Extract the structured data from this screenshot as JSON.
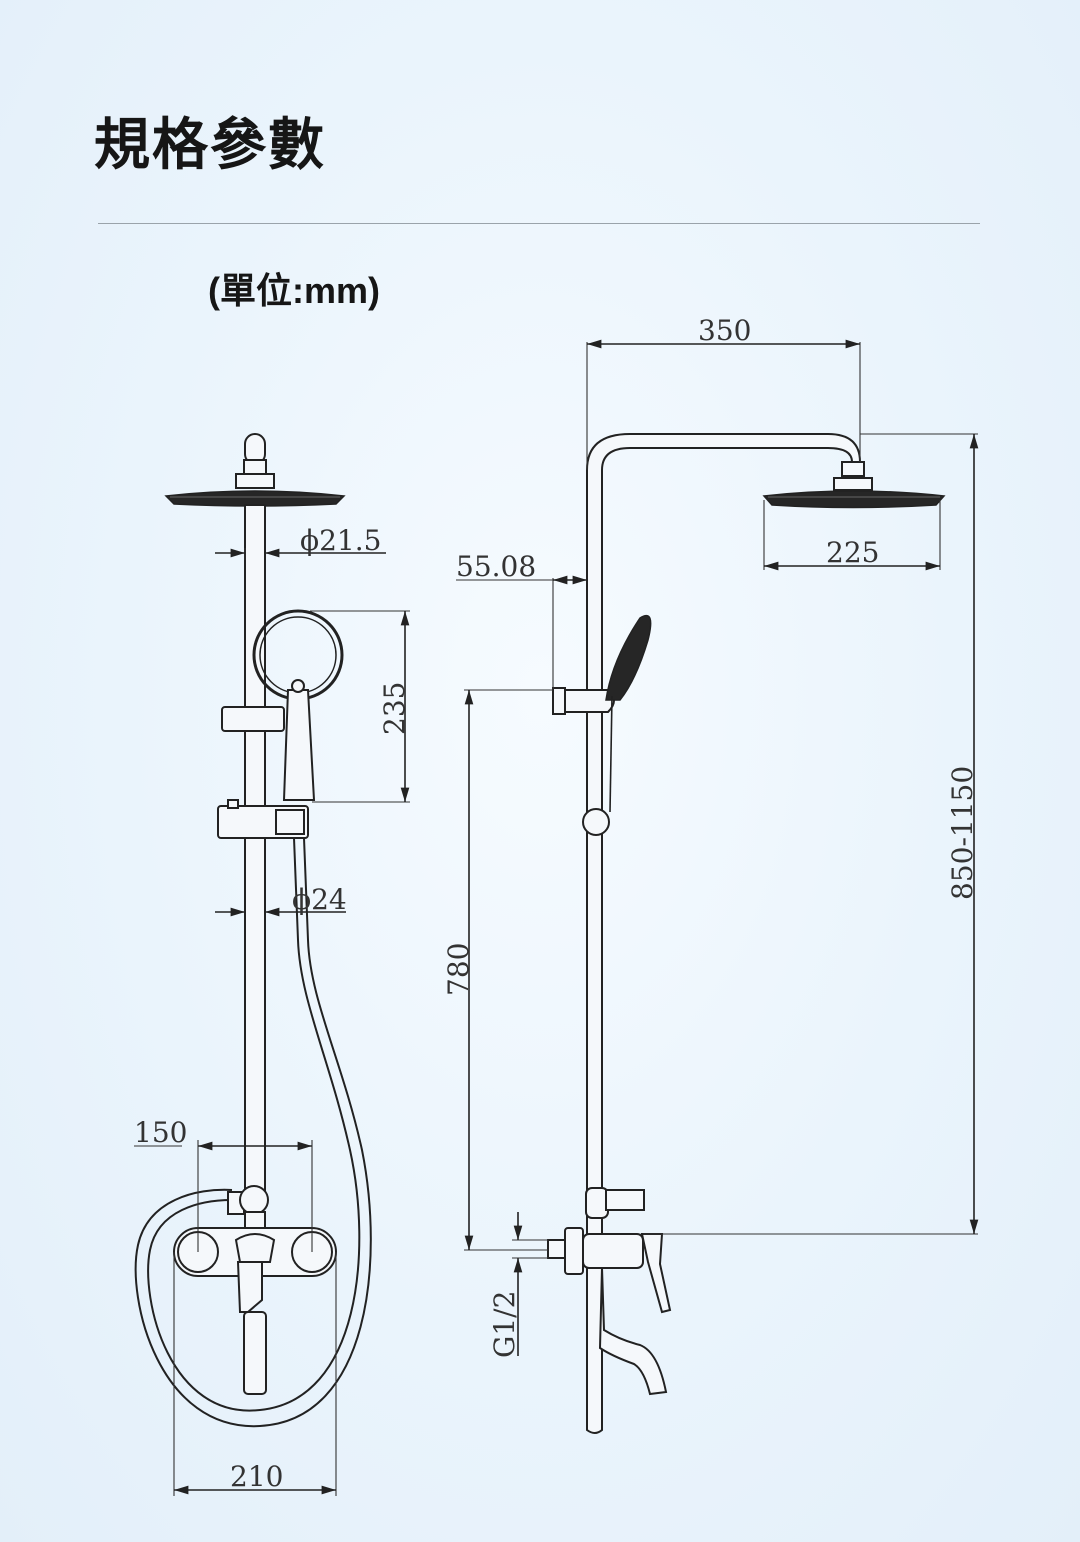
{
  "page": {
    "title": "規格參數",
    "unit_note": "(單位:mm)"
  },
  "dimensions": {
    "pipe_diameter_upper": "ϕ21.5",
    "pipe_diameter_lower": "ϕ24",
    "handheld_height": "235",
    "inlet_spacing": "150",
    "mixer_width": "210",
    "arm_length": "350",
    "head_diameter": "225",
    "holder_offset": "55.08",
    "inlet_to_holder": "780",
    "total_height": "850-1150",
    "thread_size": "G1/2"
  },
  "colors": {
    "line": "#222222",
    "text": "#161616"
  }
}
